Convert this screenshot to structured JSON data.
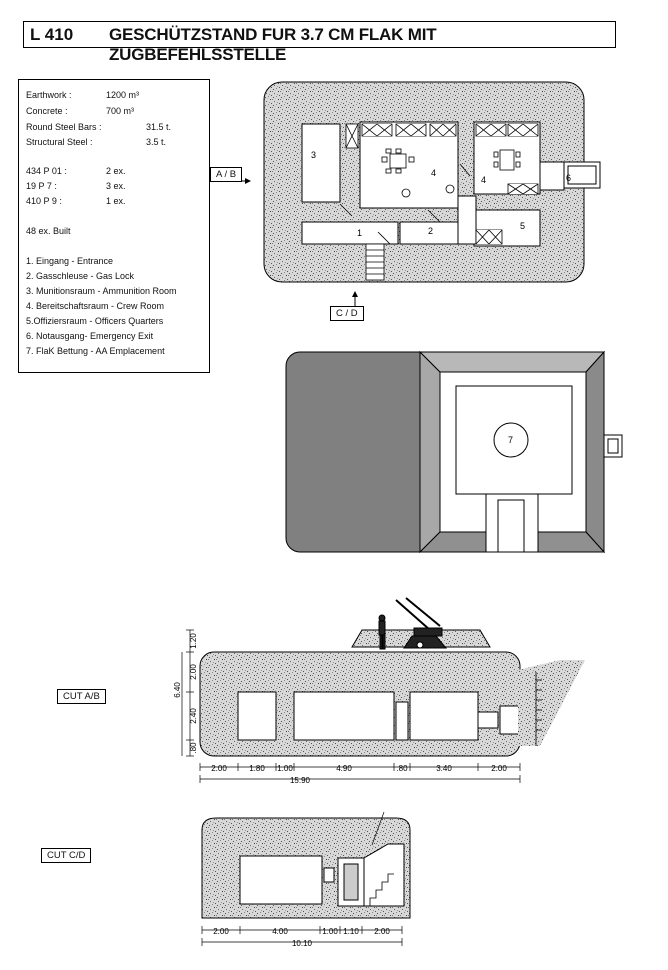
{
  "title": {
    "code": "L 410",
    "text": "GESCHÜTZSTAND FUR 3.7 CM FLAK MIT ZUGBEFEHLSSTELLE"
  },
  "quantities": [
    {
      "label": "Earthwork :",
      "value": "1200 m³"
    },
    {
      "label": "Concrete :",
      "value": "700 m³"
    },
    {
      "label": "Round Steel Bars :",
      "value": "31.5 t."
    },
    {
      "label": "Structural Steel :",
      "value": "3.5 t."
    }
  ],
  "types": [
    {
      "label": "434 P 01 :",
      "value": "2 ex."
    },
    {
      "label": "19 P 7 :",
      "value": "3 ex."
    },
    {
      "label": "410 P 9 :",
      "value": "1 ex."
    }
  ],
  "built": "48 ex. Built",
  "legend": [
    "1. Eingang - Entrance",
    "2. Gasschleuse - Gas Lock",
    "3. Munitionsraum - Ammunition Room",
    "4. Bereitschaftsraum - Crew Room",
    "5.Offiziersraum - Officers Quarters",
    "6. Notausgang- Emergency Exit",
    "7. FlaK Bettung - AA Emplacement"
  ],
  "plan": {
    "arrow_ab": "A / B",
    "arrow_cd": "C / D",
    "room_numbers": [
      "1",
      "2",
      "3",
      "4",
      "4",
      "5",
      "6"
    ],
    "roof_number": "7"
  },
  "cut_ab": {
    "label": "CUT A/B",
    "vertical_dims": [
      "1.20",
      "2.00",
      "2.40",
      ".80"
    ],
    "vertical_total": "6.40",
    "horizontal_dims": [
      "2.00",
      "1.80",
      "1.00",
      "4.90",
      ".80",
      "3.40",
      "2.00"
    ],
    "horizontal_total": "15.90"
  },
  "cut_cd": {
    "label": "CUT C/D",
    "horizontal_dims": [
      "2.00",
      "4.00",
      "1.00",
      "1.10",
      "2.00"
    ],
    "horizontal_total": "10.10"
  }
}
